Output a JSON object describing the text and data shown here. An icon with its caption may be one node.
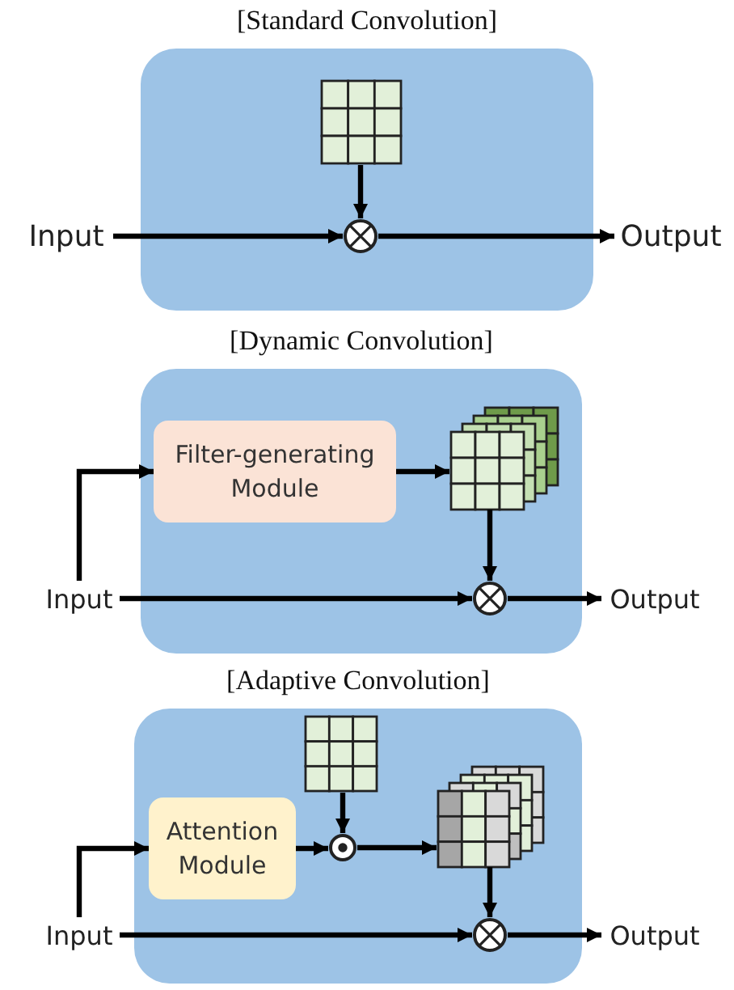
{
  "diagram": {
    "nodes": [
      {
        "text": [
          "[Standard Convolution]"
        ]
      },
      {
        "text": [
          "Input"
        ]
      },
      {
        "text": [],
        "shape": "grid",
        "in": 0
      },
      {
        "text": [],
        "shape": "circle",
        "in": 0
      },
      {
        "text": [
          "Output"
        ]
      },
      {
        "text": [
          "[Dynamic Convolution]"
        ]
      },
      {
        "text": [
          "Input"
        ]
      },
      {
        "text": [
          "Filter-generating Module"
        ],
        "in": 5
      },
      {
        "text": [],
        "shape": "stack",
        "in": 5
      },
      {
        "text": [],
        "shape": "circle",
        "in": 5
      },
      {
        "text": [
          "Output"
        ]
      },
      {
        "text": [
          "[Adaptive Convolution]"
        ]
      },
      {
        "text": [
          "Input"
        ]
      },
      {
        "text": [],
        "shape": "grid",
        "in": 11
      },
      {
        "text": [
          "Attention Module"
        ],
        "in": 11
      },
      {
        "text": [],
        "shape": "circle",
        "in": 11
      },
      {
        "text": [],
        "shape": "stack",
        "in": 11
      },
      {
        "text": [],
        "shape": "circle",
        "in": 11
      },
      {
        "text": [
          "Output"
        ]
      }
    ],
    "edges": [
      {
        "from": 1,
        "to": 3,
        "arrow": "to"
      },
      {
        "from": 2,
        "to": 3,
        "arrow": "to"
      },
      {
        "from": 3,
        "to": 4,
        "arrow": "to"
      },
      {
        "from": 6,
        "to": 7,
        "arrow": "to"
      },
      {
        "from": 6,
        "to": 9,
        "arrow": "to"
      },
      {
        "from": 7,
        "to": 8,
        "arrow": "to"
      },
      {
        "from": 8,
        "to": 9,
        "arrow": "to"
      },
      {
        "from": 9,
        "to": 10,
        "arrow": "to"
      },
      {
        "from": 12,
        "to": 14,
        "arrow": "to"
      },
      {
        "from": 12,
        "to": 17,
        "arrow": "to"
      },
      {
        "from": 14,
        "to": 15,
        "arrow": "to"
      },
      {
        "from": 13,
        "to": 15,
        "arrow": "to"
      },
      {
        "from": 15,
        "to": 16,
        "arrow": "to"
      },
      {
        "from": 16,
        "to": 17,
        "arrow": "to"
      },
      {
        "from": 17,
        "to": 18,
        "arrow": "to"
      }
    ]
  }
}
